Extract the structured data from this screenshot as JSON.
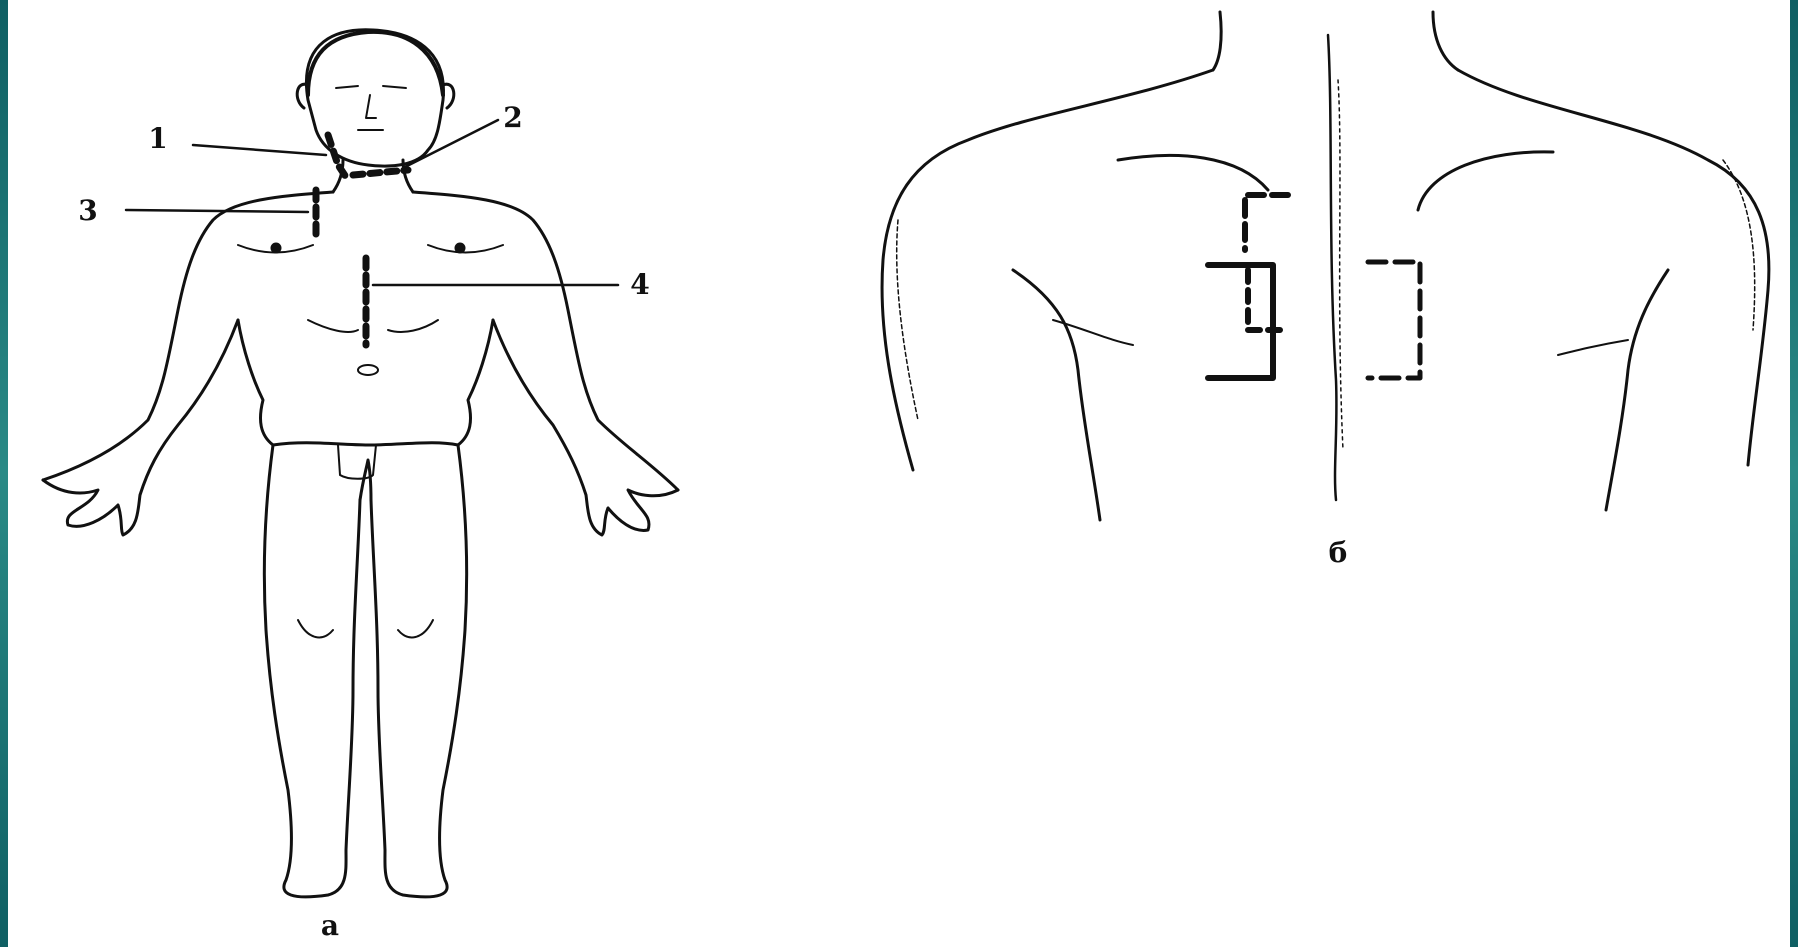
{
  "figure": {
    "front_view": {
      "caption": "а",
      "callouts": [
        {
          "id": "1",
          "label": "1"
        },
        {
          "id": "2",
          "label": "2"
        },
        {
          "id": "3",
          "label": "3"
        },
        {
          "id": "4",
          "label": "4"
        }
      ]
    },
    "back_view": {
      "caption": "б"
    }
  },
  "colors": {
    "border": "#1a6b6b",
    "ink": "#111111",
    "paper": "#ffffff"
  }
}
